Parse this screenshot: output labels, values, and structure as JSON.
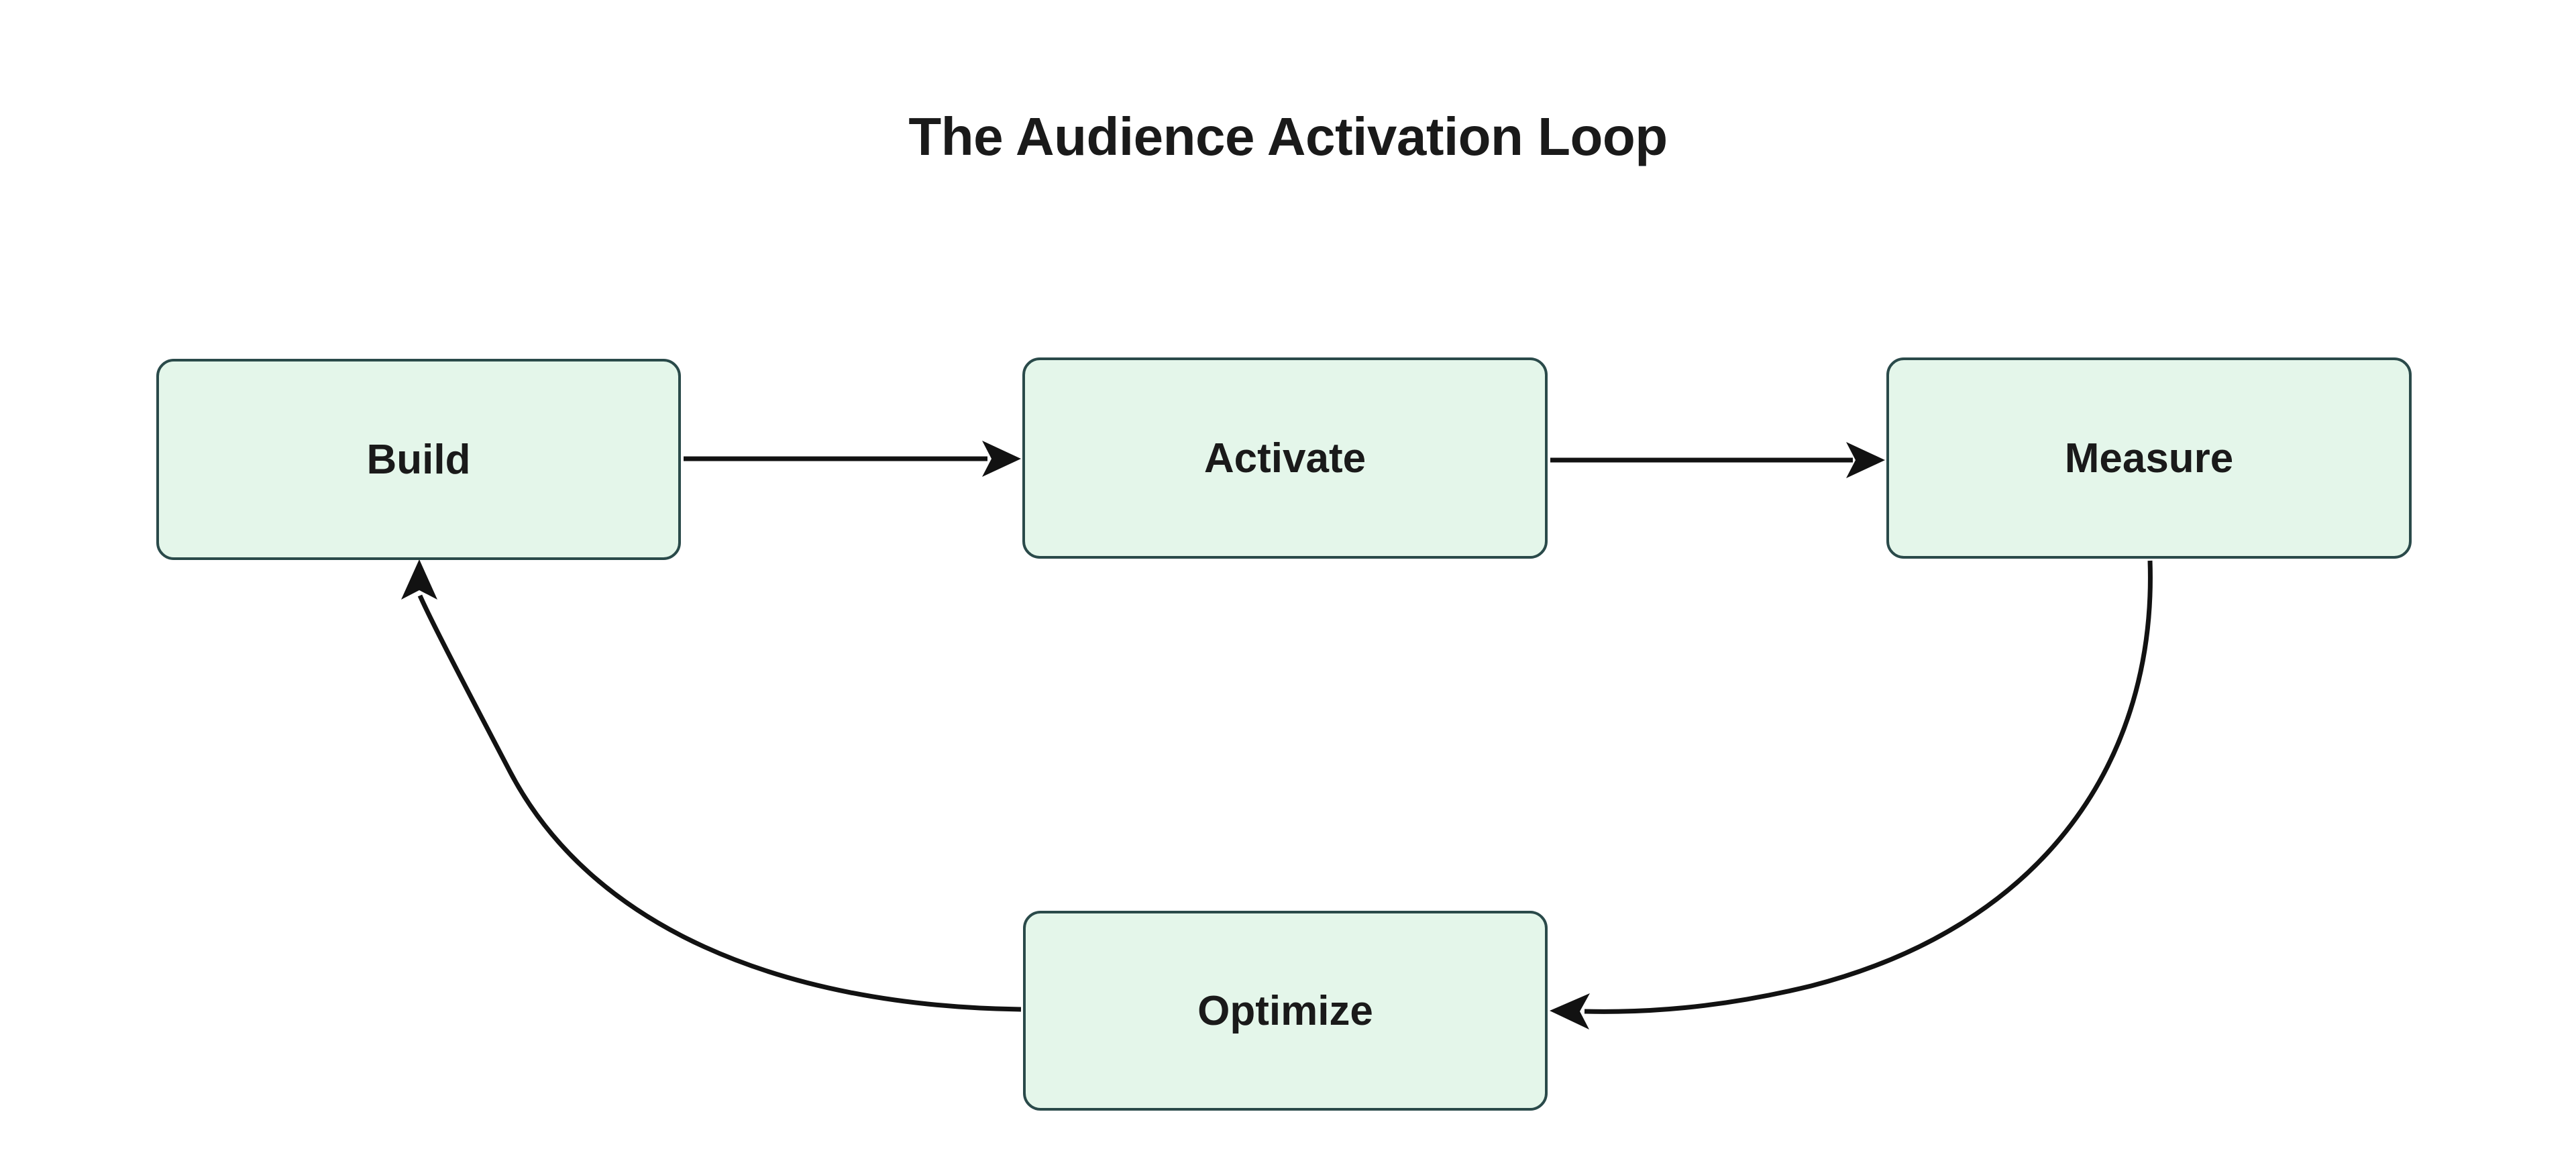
{
  "title": "The Audience Activation Loop",
  "theme": {
    "background": "#ffffff",
    "node_fill": "#e4f6ea",
    "node_border": "#2a4a4a",
    "text_color": "#1a1a1a",
    "edge_color": "#121212"
  },
  "chart_data": {
    "type": "diagram",
    "title": "The Audience Activation Loop",
    "layout": "cycle",
    "nodes": [
      {
        "id": "build",
        "label": "Build"
      },
      {
        "id": "activate",
        "label": "Activate"
      },
      {
        "id": "measure",
        "label": "Measure"
      },
      {
        "id": "optimize",
        "label": "Optimize"
      }
    ],
    "edges": [
      {
        "from": "build",
        "to": "activate",
        "style": "straight",
        "direction": "right"
      },
      {
        "from": "activate",
        "to": "measure",
        "style": "straight",
        "direction": "right"
      },
      {
        "from": "measure",
        "to": "optimize",
        "style": "curved",
        "direction": "down-left"
      },
      {
        "from": "optimize",
        "to": "build",
        "style": "curved",
        "direction": "up-left"
      }
    ]
  },
  "nodes": {
    "build": {
      "label": "Build"
    },
    "activate": {
      "label": "Activate"
    },
    "measure": {
      "label": "Measure"
    },
    "optimize": {
      "label": "Optimize"
    }
  }
}
